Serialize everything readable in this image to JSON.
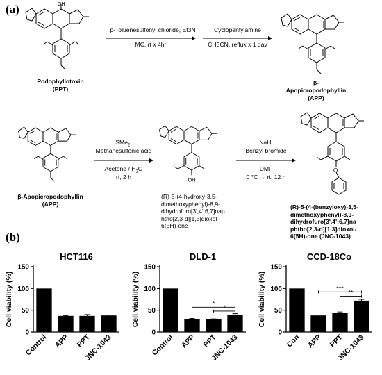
{
  "panels": {
    "a": "(a)",
    "b": "(b)"
  },
  "scheme": {
    "row1": {
      "start_name": "Podophyllotoxin",
      "start_abbr": "(PPT)",
      "arrow1_top": "p-Toluenesulfonyl chloride, Et3N",
      "arrow1_bottom": "MC, rt x 4hr",
      "arrow2_top": "Cyclopentylamine",
      "arrow2_bottom": "CH3CN, reflux x 1 day",
      "product_line1": "β-",
      "product_line2": "Apopicropodophyllin",
      "product_abbr": "(APP)"
    },
    "row2": {
      "start_name": "β-Apopicropodophyllin",
      "start_abbr": "(APP)",
      "arrow1_l1": "SMe",
      "arrow1_sub": "2",
      "arrow1_l1_end": ",",
      "arrow1_l2": "Methanesulfonic acid",
      "arrow1_l3": "Acetone / H",
      "arrow1_l3_sub": "2",
      "arrow1_l3_end": "O",
      "arrow1_l4": "rt, 2 h",
      "arrow2_l1": "NaH,",
      "arrow2_l2": "Benzyl bromide",
      "arrow2_l3": "DMF",
      "arrow2_l4": "0 °C → rt, 12 h",
      "intermediate_lines": [
        "(R)-5-(4-hydroxy-3,5-",
        "dimethoxyphenyl)-8,9-",
        "dihydrofuro[3',4':6,7]nap",
        "htho[2,3-d][1,3]dioxol-",
        "6(5H)-one"
      ],
      "product_lines": [
        "(R)-5-(4-(benzyloxy)-3,5-",
        "dimethoxyphenyl)-8,9-",
        "dihydrofuro[3',4':6,7]na",
        "phtho[2,3-d][1,3]dioxol-",
        "6(5H)-one (JNC-1043)"
      ]
    },
    "atoms": {
      "oh": "OH",
      "o": "O"
    }
  },
  "chart_data": [
    {
      "type": "bar",
      "title": "HCT116",
      "ylabel": "Cell viability (%)",
      "categories": [
        "Control",
        "APP",
        "PPT",
        "JNC-1043"
      ],
      "values": [
        100,
        37,
        37,
        38
      ],
      "errors": [
        0,
        1,
        3,
        1
      ],
      "ylim": [
        0,
        150
      ],
      "yticks": [
        "0",
        "50",
        "100",
        "150"
      ],
      "significance": []
    },
    {
      "type": "bar",
      "title": "DLD-1",
      "ylabel": "Cell viability (%)",
      "categories": [
        "Control",
        "APP",
        "PPT",
        "JNC-1043"
      ],
      "values": [
        100,
        30,
        29,
        39
      ],
      "errors": [
        0,
        1,
        1,
        3
      ],
      "ylim": [
        0,
        150
      ],
      "yticks": [
        "0",
        "50",
        "100",
        "150"
      ],
      "significance": [
        {
          "from": 1,
          "to": 3,
          "label": "*",
          "level": 57
        },
        {
          "from": 2,
          "to": 3,
          "label": "*",
          "level": 48
        }
      ]
    },
    {
      "type": "bar",
      "title": "CCD-18Co",
      "ylabel": "Cell viability (%)",
      "categories": [
        "Con",
        "APP",
        "PPT",
        "JNC-1043"
      ],
      "values": [
        100,
        38,
        44,
        72
      ],
      "errors": [
        0,
        1,
        2,
        3
      ],
      "ylim": [
        0,
        150
      ],
      "yticks": [
        "0",
        "50",
        "100",
        "150"
      ],
      "significance": [
        {
          "from": 1,
          "to": 3,
          "label": "***",
          "level": 92
        },
        {
          "from": 2,
          "to": 3,
          "label": "**",
          "level": 82
        }
      ]
    }
  ]
}
